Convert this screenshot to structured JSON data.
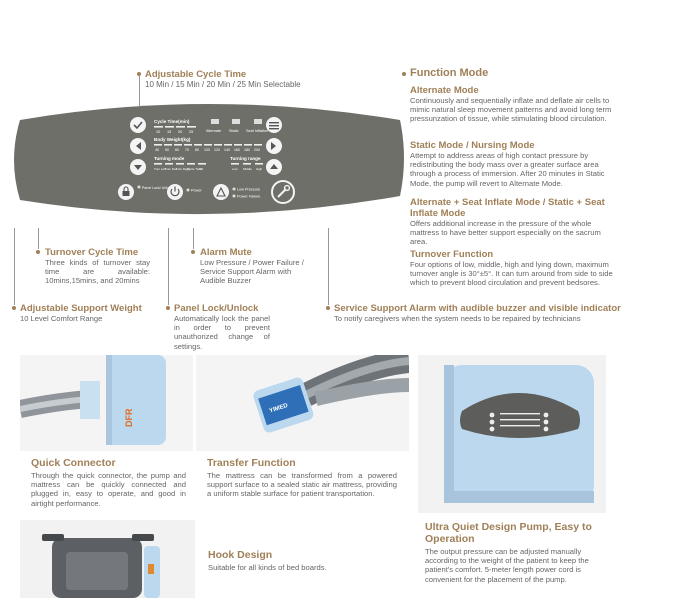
{
  "cycle_time": {
    "title": "Adjustable Cycle Time",
    "text": "10 Min / 15 Min / 20 Min / 25 Min Selectable"
  },
  "function_mode": {
    "title": "Function Mode",
    "items": [
      {
        "title": "Alternate Mode",
        "text": "Continuously and sequentially inflate and deflate air cells to mimic natural sleep movement patterns and avoid long term pressunzation of tissue, while stimulating blood circulation."
      },
      {
        "title": "Static Mode / Nursing Mode",
        "text": "Attempt to address areas of high contact pressure by redistributing the body mass over a greater surface area through a process of immersion. After 20 minutes in Static Mode, the pump will revert to Alternate Mode."
      },
      {
        "title": "Alternate + Seat Inflate Mode / Static + Seat Inflate Mode",
        "text": "Offers additional increase in the pressure of the whole mattress to have better support especially on the sacrum area."
      },
      {
        "title": "Turnover Function",
        "text": "Four options of low, middle, high and lying down, maximum turnover angle is 30°±5°. It can turn around from side to side which to prevent blood circulation and prevent bedsores."
      }
    ]
  },
  "panel": {
    "cycle_label": "Cycle Time(min)",
    "cycle_values": [
      "10",
      "15",
      "20",
      "25"
    ],
    "mode_labels": [
      "Alternate",
      "Static",
      "Seat Inflation"
    ],
    "weight_label": "Body Weight(kg)",
    "weight_values": [
      "40",
      "50",
      "60",
      "70",
      "80",
      "100",
      "120",
      "140",
      "160",
      "180",
      "200"
    ],
    "turning_mode_label": "Turning mode",
    "turning_mode_values": [
      "Turn Left",
      "Turn Nat",
      "Turn Right",
      "Cycle Time",
      "Off"
    ],
    "turning_range_label": "Turning range",
    "turning_range_values": [
      "Low",
      "Middle",
      "High"
    ],
    "lock_label": "Panel Lock/ Unlock",
    "power_label": "Power",
    "low_pressure_label": "Low Pressure",
    "power_failure_label": "Power Failure"
  },
  "turnover": {
    "title": "Turnover Cycle Time",
    "text": "Three kinds of turnover stay time are available: 10mins,15mins, and 20mins"
  },
  "alarm_mute": {
    "title": "Alarm Mute",
    "text": "Low Pressure / Power Failure / Service Support Alarm with Audible Buzzer"
  },
  "support_weight": {
    "title": "Adjustable Support Weight",
    "text": "10 Level Comfort Range"
  },
  "panel_lock": {
    "title": "Panel Lock/Unlock",
    "text": "Automatically lock the panel in order to prevent unauthorized change of settings."
  },
  "service_alarm": {
    "title": "Service Support Alarm with audible buzzer and visible indicator",
    "text": "To notify caregivers when the system needs to be repaired by technicians"
  },
  "quick_connector": {
    "title": "Quick Connector",
    "text": "Through the quick connector, the pump and mattress can be quickly connected and plugged in, easy to operate, and good in airtight performance.",
    "brand": "DFR"
  },
  "transfer": {
    "title": "Transfer Function",
    "text": "The mattress can be transformed from a powered support surface to a sealed static air mattress, providing a uniform stable surface for patient transportation.",
    "brand": "YIMED"
  },
  "hook": {
    "title": "Hook Design",
    "text": "Suitable for all kinds of bed boards."
  },
  "quiet": {
    "title": "Ultra Quiet Design Pump, Easy to Operation",
    "text": "The output pressure can be adjusted manually according to the weight of the patient to keep the patient's comfort. 5-meter length power cord is convenient for the placement of the pump."
  }
}
